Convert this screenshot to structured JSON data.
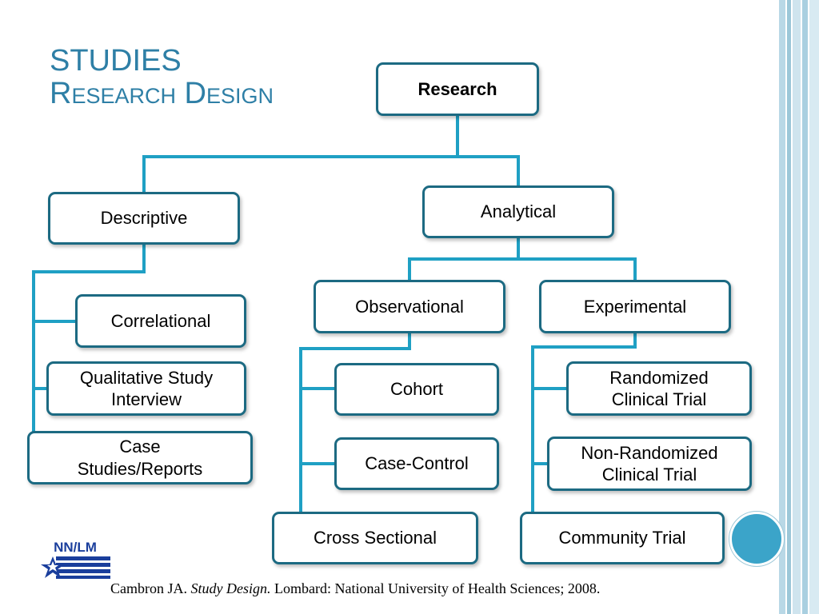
{
  "title": {
    "line1": "STUDIES",
    "line2": "Research Design"
  },
  "colors": {
    "title": "#2e7fa6",
    "node_border": "#1c6a82",
    "connector": "#1fa0c4",
    "accent_circle": "#3ba4c9"
  },
  "nodes": {
    "research": "Research",
    "descriptive": "Descriptive",
    "analytical": "Analytical",
    "correlational": "Correlational",
    "qualitative": "Qualitative Study\nInterview",
    "case_studies": "Case\nStudies/Reports",
    "observational": "Observational",
    "experimental": "Experimental",
    "cohort": "Cohort",
    "case_control": "Case-Control",
    "cross_sectional": "Cross Sectional",
    "randomized": "Randomized\nClinical Trial",
    "non_randomized": "Non-Randomized\nClinical Trial",
    "community_trial": "Community Trial"
  },
  "citation": {
    "author": "Cambron JA.",
    "work": "Study Design.",
    "publisher": "Lombard: National University of Health Sciences; 2008."
  },
  "logo": {
    "text": "NN/LM"
  }
}
